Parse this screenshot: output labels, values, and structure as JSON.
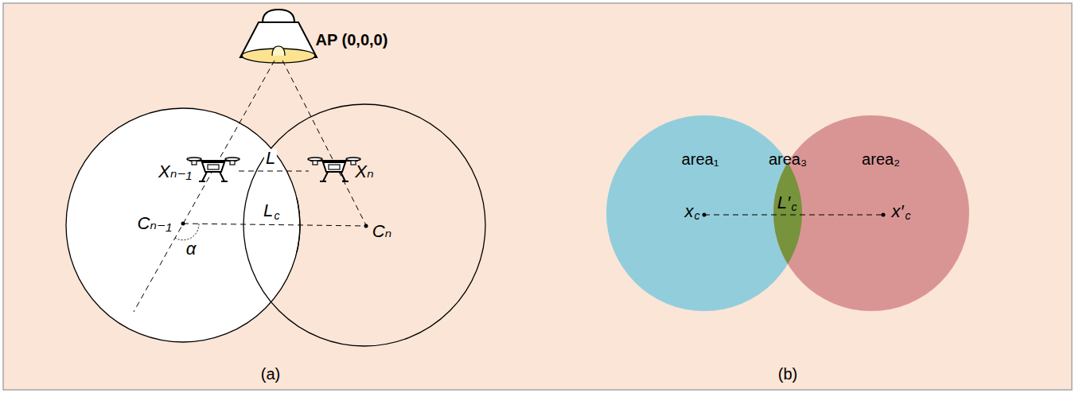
{
  "diagram": {
    "labels": [
      "AP (0,0,0)",
      "Xₙ₋₁",
      "L",
      "Xₙ",
      "Cₙ₋₁",
      "L",
      "c",
      "Cₙ",
      "α",
      "(a)",
      "area₁",
      "area₃",
      "area₂",
      "x",
      "c",
      "L′",
      "c",
      "x′",
      "c",
      "(b)"
    ]
  }
}
